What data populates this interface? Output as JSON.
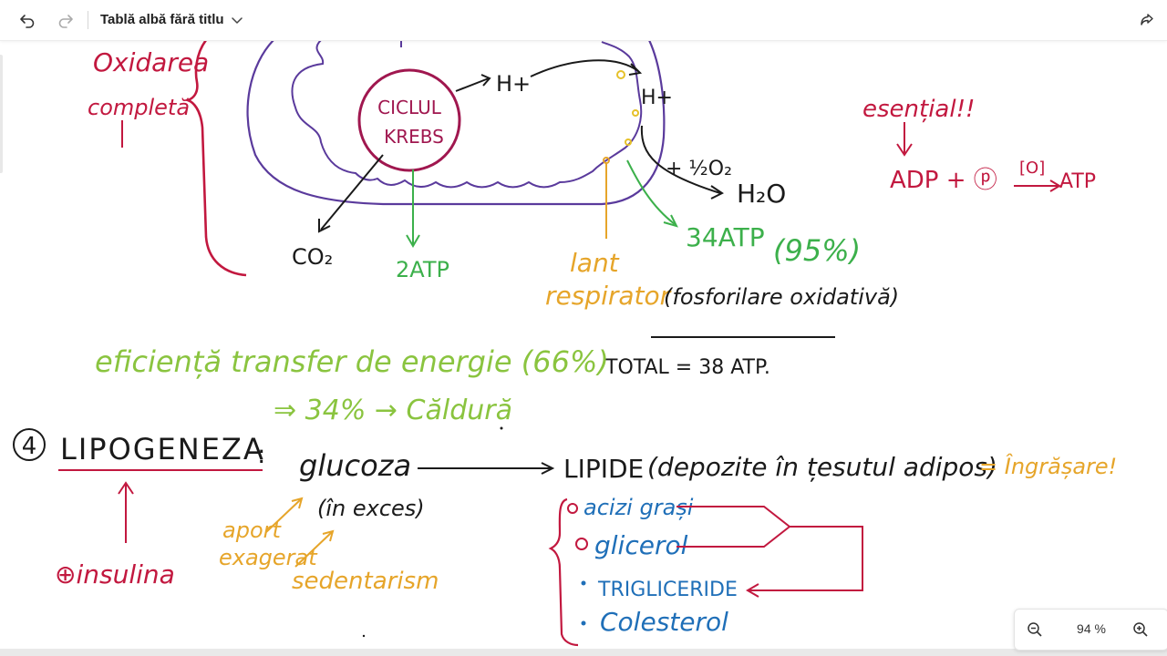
{
  "app": {
    "title": "Tablă albă fără titlu",
    "zoom": "94 %"
  },
  "icons": {
    "undo": "undo-icon",
    "redo": "redo-icon",
    "title_dropdown": "chevron-down-icon",
    "share": "share-icon",
    "zoom_out": "zoom-out-icon",
    "zoom_in": "zoom-in-icon"
  },
  "colors": {
    "red": "#c2183f",
    "purple": "#5a3a9c",
    "green": "#3cb04b",
    "orange": "#e6a52a",
    "blue": "#1f6fb8",
    "black": "#1a1a1a"
  },
  "board": {
    "oxidation": [
      "Oxidarea",
      "completă"
    ],
    "krebs": [
      "CICLUL",
      "KREBS"
    ],
    "h_plus_1": "H+",
    "h_plus_2": "H+",
    "half_o2": "+ ½O₂",
    "h2o": "H₂O",
    "co2": "CO₂",
    "two_atp": "2ATP",
    "atp34": "34ATP",
    "atp34_pct": "(95%)",
    "lant": "lant",
    "respirator": "respirator",
    "fosforilare": "(fosforilare oxidativă)",
    "esential": "esențial!!",
    "adp_eq": "ADP + ⓟ",
    "o_box": "[O]",
    "atp_eq": "ATP",
    "total": "TOTAL = 38 ATP.",
    "eficienta": "eficiență transfer de energie (66%)",
    "caldura": "⇒ 34% → Căldură",
    "section_num": "4",
    "lipogeneza": "LIPOGENEZA",
    "colon": ":",
    "glucoza": "glucoza",
    "in_exces": "(în exces)",
    "aport": "aport",
    "exagerat": "exagerat",
    "sedentarism": "sedentarism",
    "insulina": "⊕insulina",
    "lipide": "LIPIDE",
    "depozite": "(depozite în țesutul adipos)",
    "ingrasare": "= Îngrășare!",
    "acizi": "acizi grași",
    "glicerol": "glicerol",
    "trigliceride": "TRIGLICERIDE",
    "colesterol": "Colesterol"
  }
}
